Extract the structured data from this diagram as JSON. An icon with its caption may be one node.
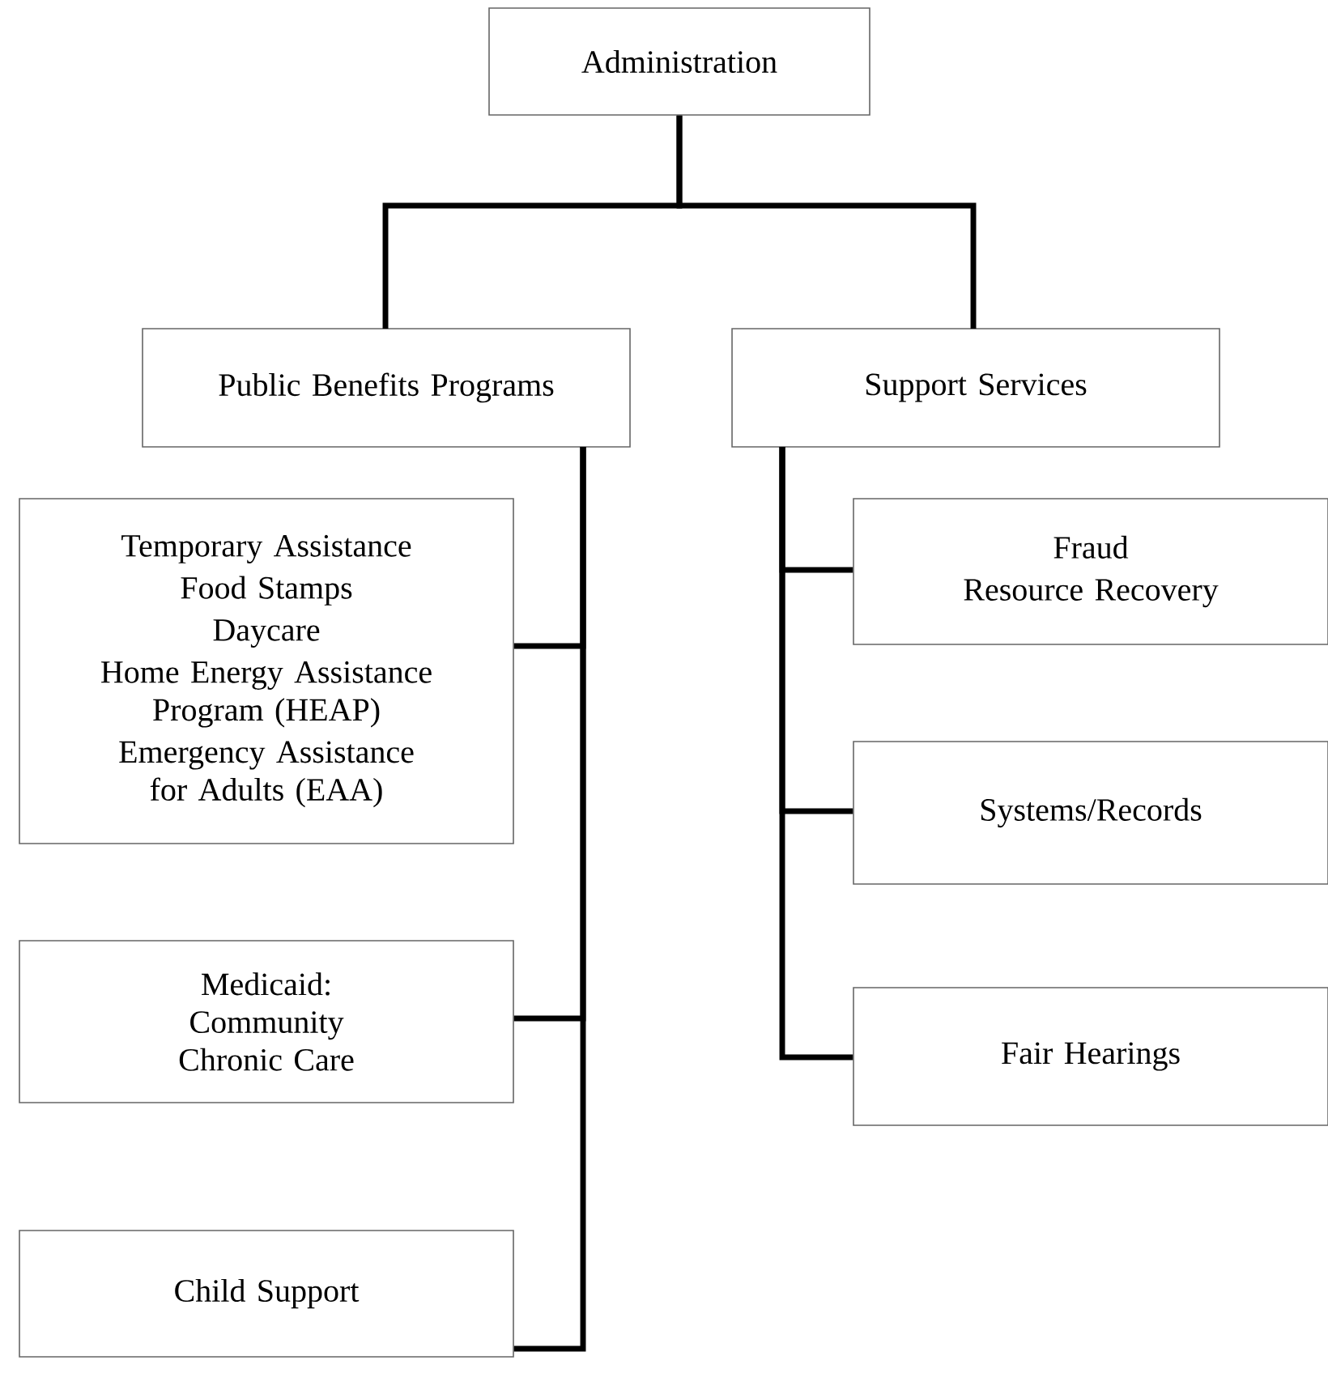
{
  "diagram": {
    "nodes": [
      {
        "text": [
          "Administration"
        ]
      },
      {
        "text": [
          "Public Benefits Programs"
        ]
      },
      {
        "text": [
          "Support Services"
        ]
      },
      {
        "text": [
          "Temporary Assistance",
          "Food Stamps",
          "Daycare",
          "Home Energy Assistance Program (HEAP)",
          "Emergency Assistance for Adults (EAA)"
        ]
      },
      {
        "text": [
          "Medicaid: Community Chronic Care"
        ]
      },
      {
        "text": [
          "Child Support"
        ]
      },
      {
        "text": [
          "Fraud",
          "Resource Recovery"
        ]
      },
      {
        "text": [
          "Systems/Records"
        ]
      },
      {
        "text": [
          "Fair Hearings"
        ]
      }
    ],
    "edges": [
      {
        "from": 0,
        "to": 1,
        "arrow": "none"
      },
      {
        "from": 0,
        "to": 2,
        "arrow": "none"
      },
      {
        "from": 1,
        "to": 3,
        "arrow": "none"
      },
      {
        "from": 1,
        "to": 4,
        "arrow": "none"
      },
      {
        "from": 1,
        "to": 5,
        "arrow": "none"
      },
      {
        "from": 2,
        "to": 6,
        "arrow": "none"
      },
      {
        "from": 2,
        "to": 7,
        "arrow": "none"
      },
      {
        "from": 2,
        "to": 8,
        "arrow": "none"
      }
    ]
  }
}
